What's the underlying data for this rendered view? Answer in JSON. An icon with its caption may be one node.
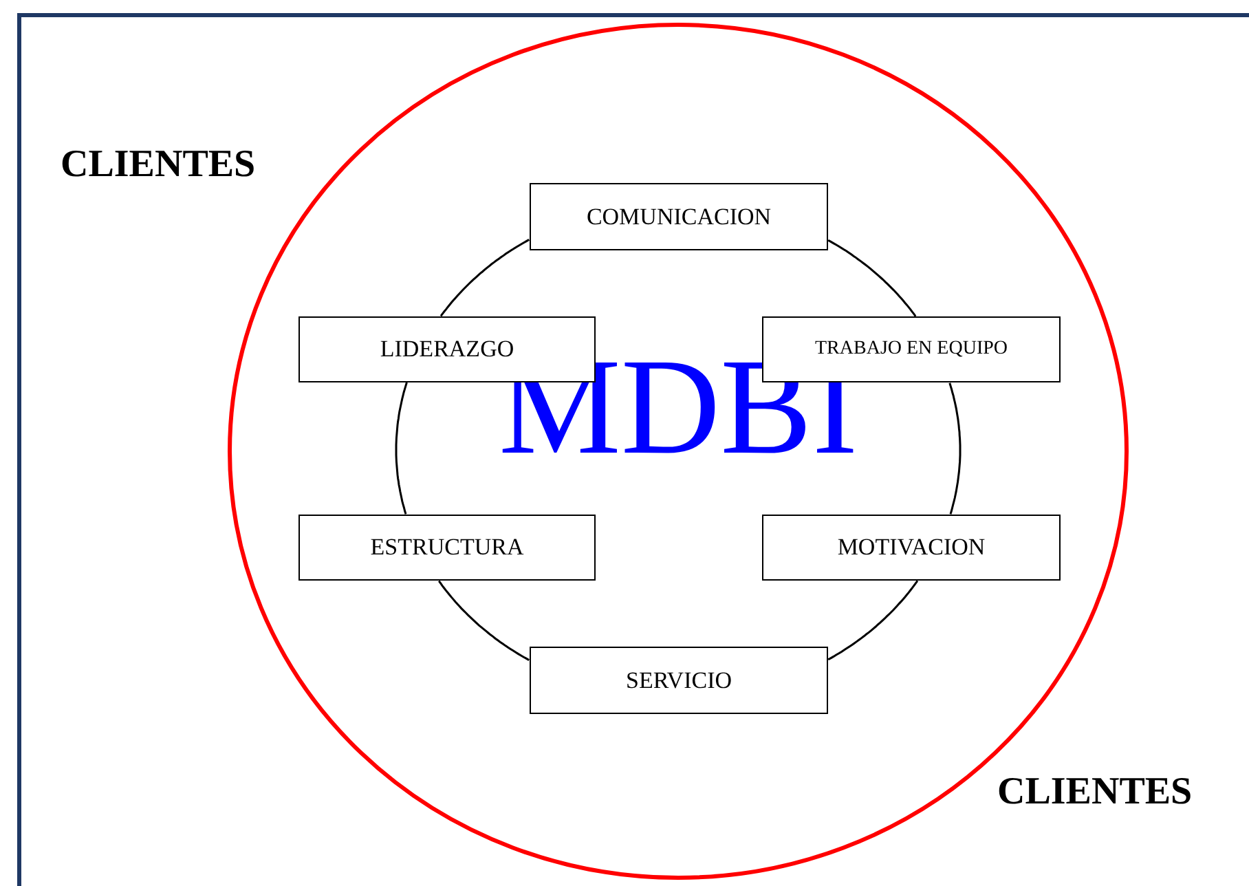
{
  "diagram": {
    "nodes": [
      {
        "text": [
          "COMUNICACION"
        ]
      },
      {
        "text": [
          "LIDERAZGO"
        ]
      },
      {
        "text": [
          "TRABAJO EN EQUIPO"
        ]
      },
      {
        "text": [
          "ESTRUCTURA"
        ]
      },
      {
        "text": [
          "MOTIVACION"
        ]
      },
      {
        "text": [
          "SERVICIO"
        ]
      }
    ],
    "edges": [
      {
        "from": 0,
        "to": 2,
        "arrow": "none"
      },
      {
        "from": 2,
        "to": 4,
        "arrow": "none"
      },
      {
        "from": 4,
        "to": 5,
        "arrow": "none"
      },
      {
        "from": 5,
        "to": 3,
        "arrow": "none"
      },
      {
        "from": 3,
        "to": 1,
        "arrow": "none"
      },
      {
        "from": 1,
        "to": 0,
        "arrow": "none"
      }
    ],
    "labels": [
      "CLIENTES",
      "MDBI",
      "CLIENTES"
    ]
  }
}
